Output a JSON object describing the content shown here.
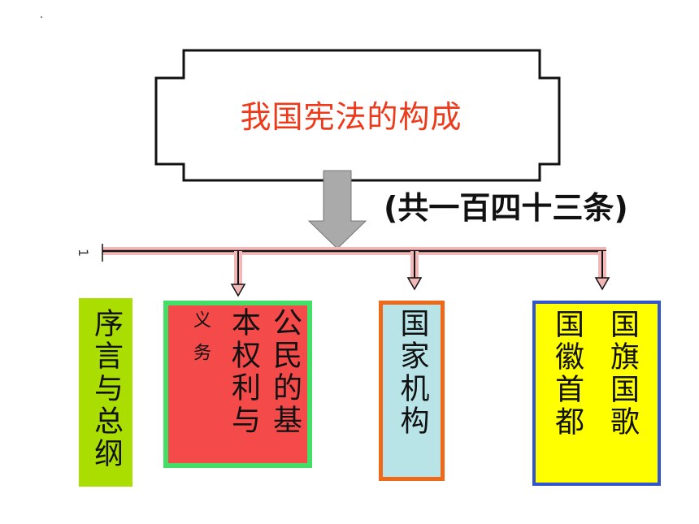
{
  "diagram": {
    "title": "我国宪法的构成",
    "subtitle": "(共一百四十三条)",
    "tick_label": "1",
    "parts": [
      {
        "id": "preamble",
        "columns": [
          "序言与总纲"
        ],
        "colors": {
          "fill": "#aadd00"
        }
      },
      {
        "id": "rights",
        "columns": [
          "公民的基",
          "本权利与",
          "义务"
        ],
        "colors": {
          "fill": "#f44a4a",
          "border": "#44dd66"
        }
      },
      {
        "id": "organs",
        "columns": [
          "国家机构"
        ],
        "colors": {
          "fill": "#b8e4e8",
          "border": "#ee6a1a"
        }
      },
      {
        "id": "symbols",
        "columns": [
          "国旗国歌",
          "国徽首都"
        ],
        "colors": {
          "fill": "#ffff00",
          "border": "#3355cc"
        }
      }
    ],
    "colors": {
      "title_text": "#ee3a1a",
      "connector": "#f2b8b8",
      "main_arrow": "#aaaaaa"
    }
  }
}
